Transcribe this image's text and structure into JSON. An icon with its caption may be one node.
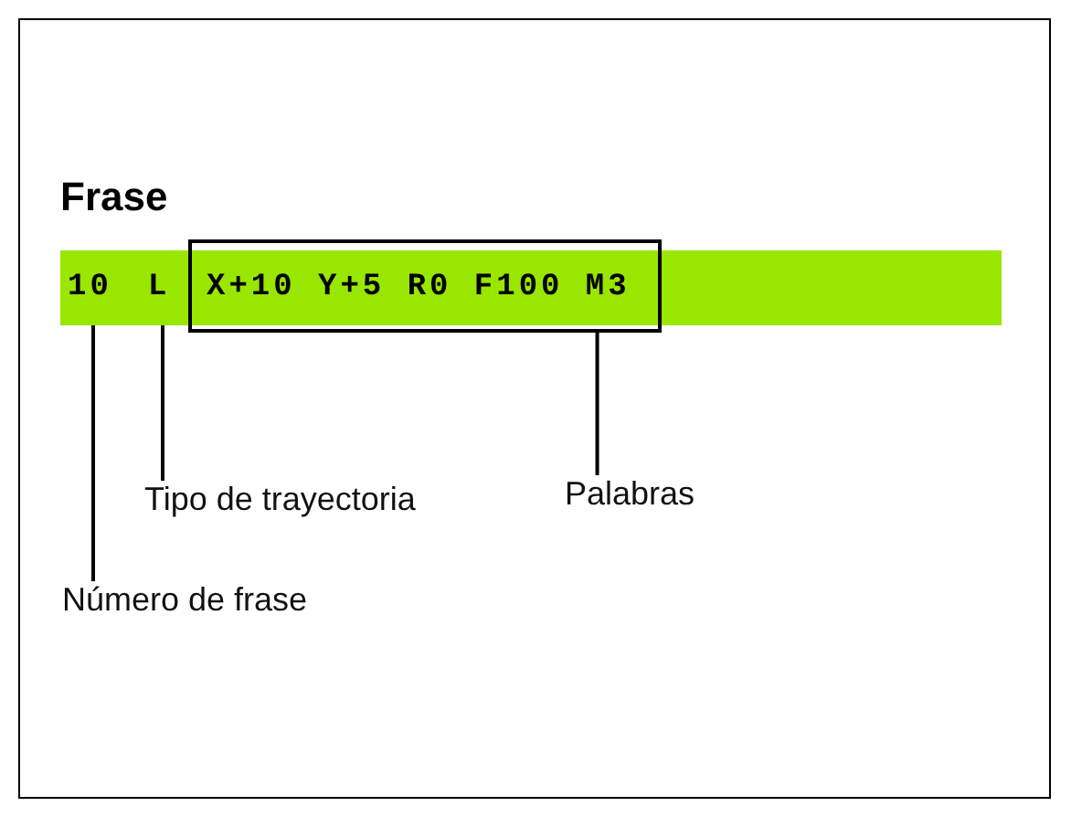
{
  "diagram": {
    "title": "Frase",
    "nodes": [
      {
        "text": [],
        "shape": "bar"
      },
      {
        "text": [
          "10"
        ],
        "in": 0
      },
      {
        "text": [
          "L"
        ],
        "in": 0
      },
      {
        "text": [
          "X+10 Y+5 R0 F100 M3"
        ],
        "in": 0
      },
      {
        "text": [
          "Tipo de trayectoria"
        ]
      },
      {
        "text": [
          "Palabras"
        ]
      },
      {
        "text": [
          "Número de frase"
        ]
      }
    ],
    "edges": [
      {
        "from": 6,
        "to": 1,
        "arrow": "none"
      },
      {
        "from": 4,
        "to": 2,
        "arrow": "none"
      },
      {
        "from": 5,
        "to": 3,
        "arrow": "none"
      }
    ]
  }
}
